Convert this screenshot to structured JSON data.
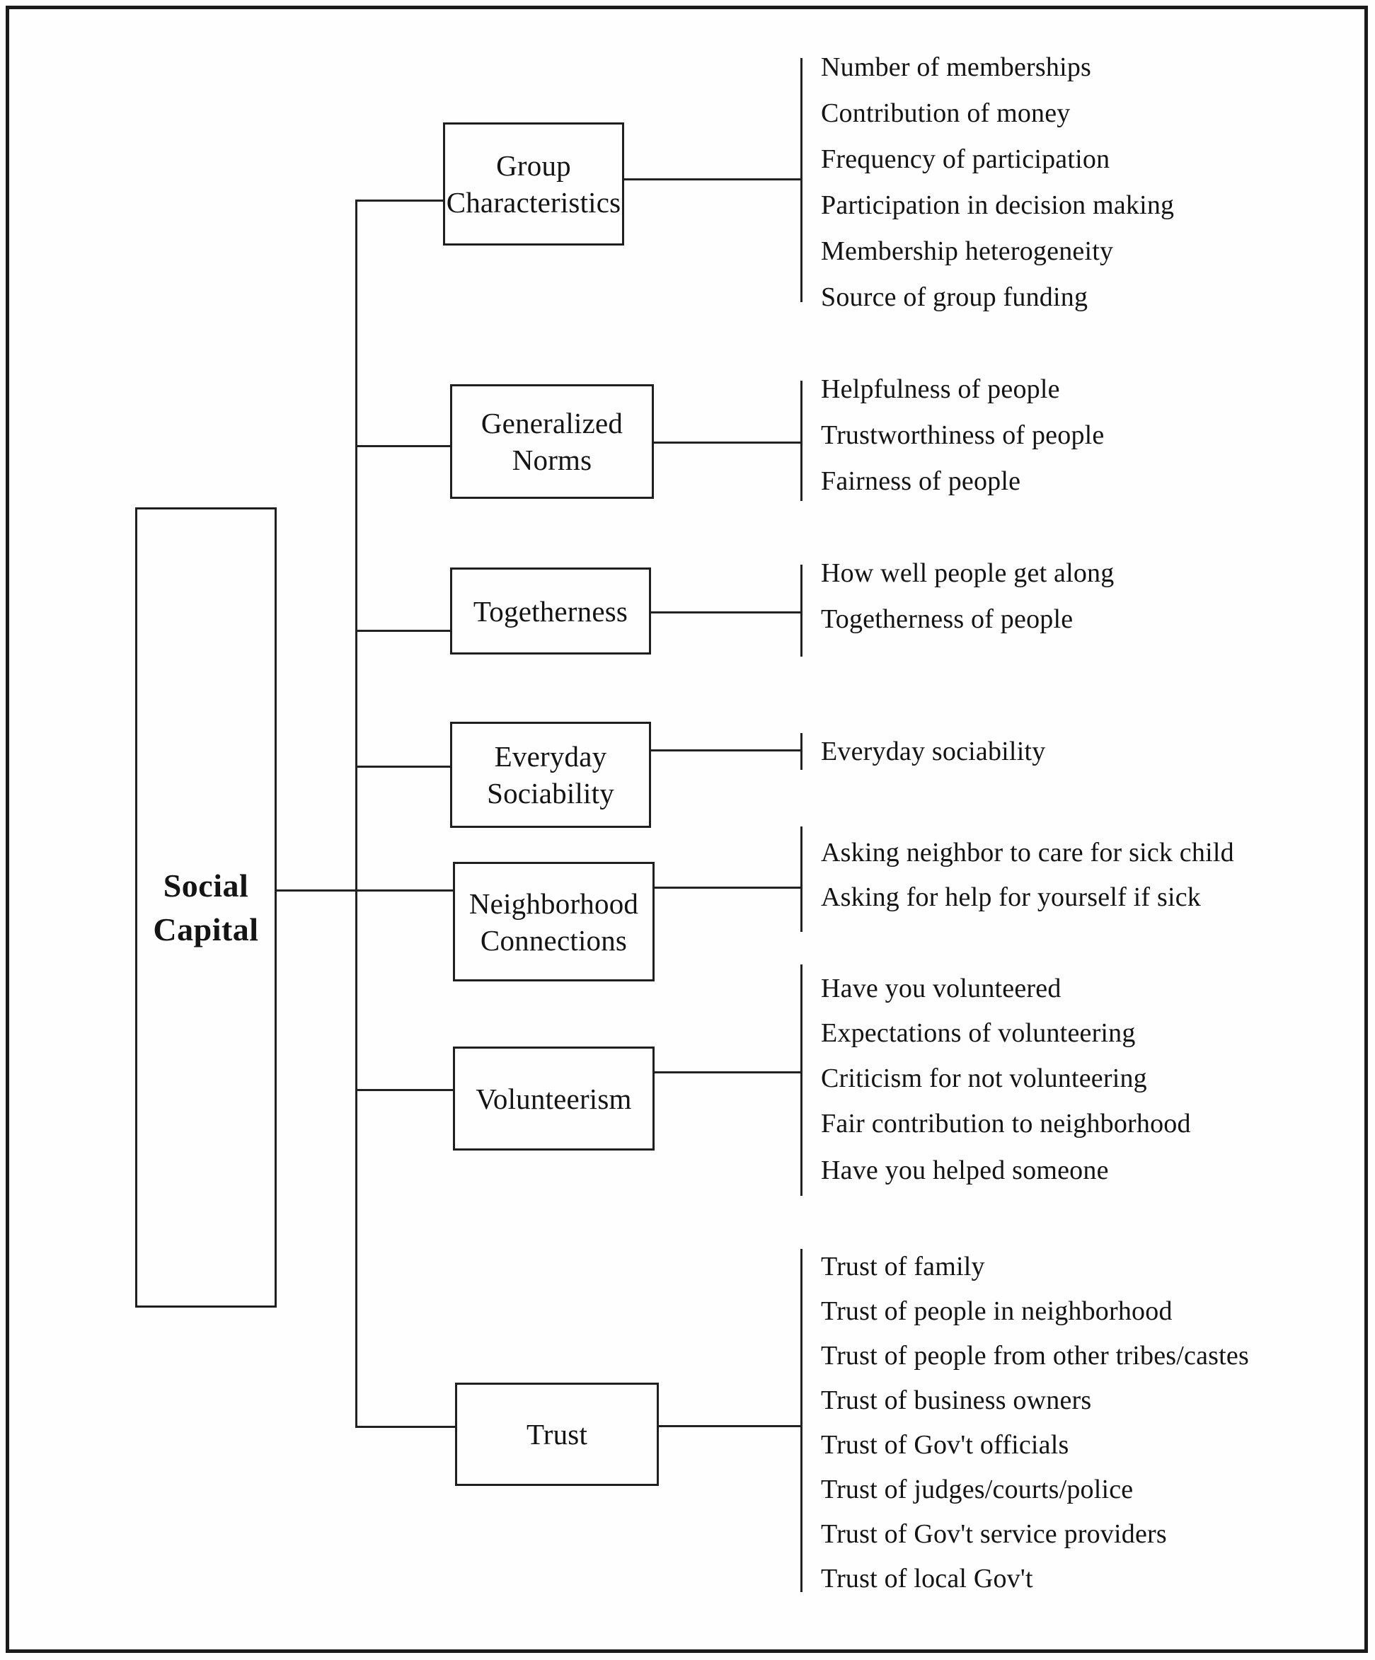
{
  "root": {
    "label": "Social Capital"
  },
  "branches": [
    {
      "label": "Group Characteristics",
      "items": [
        "Number of memberships",
        "Contribution of money",
        "Frequency of participation",
        "Participation in decision making",
        "Membership heterogeneity",
        "Source of group funding"
      ]
    },
    {
      "label": "Generalized Norms",
      "items": [
        "Helpfulness of people",
        "Trustworthiness of people",
        "Fairness of people"
      ]
    },
    {
      "label": "Togetherness",
      "items": [
        "How well people get along",
        "Togetherness of people"
      ]
    },
    {
      "label": "Everyday Sociability",
      "items": [
        "Everyday sociability"
      ]
    },
    {
      "label": "Neighborhood Connections",
      "items": [
        "Asking neighbor to care for sick child",
        "Asking for help for yourself if sick"
      ]
    },
    {
      "label": "Volunteerism",
      "items": [
        "Have you volunteered",
        "Expectations of volunteering",
        "Criticism for not volunteering",
        "Fair contribution to neighborhood",
        "Have you helped someone"
      ]
    },
    {
      "label": "Trust",
      "items": [
        "Trust of family",
        "Trust of people in neighborhood",
        "Trust of people from other tribes/castes",
        "Trust of business owners",
        "Trust of Gov't officials",
        "Trust of judges/courts/police",
        "Trust of Gov't service providers",
        "Trust of local Gov't"
      ]
    }
  ],
  "colors": {
    "ink": "#1b1b1b",
    "paper": "#fefefe"
  }
}
